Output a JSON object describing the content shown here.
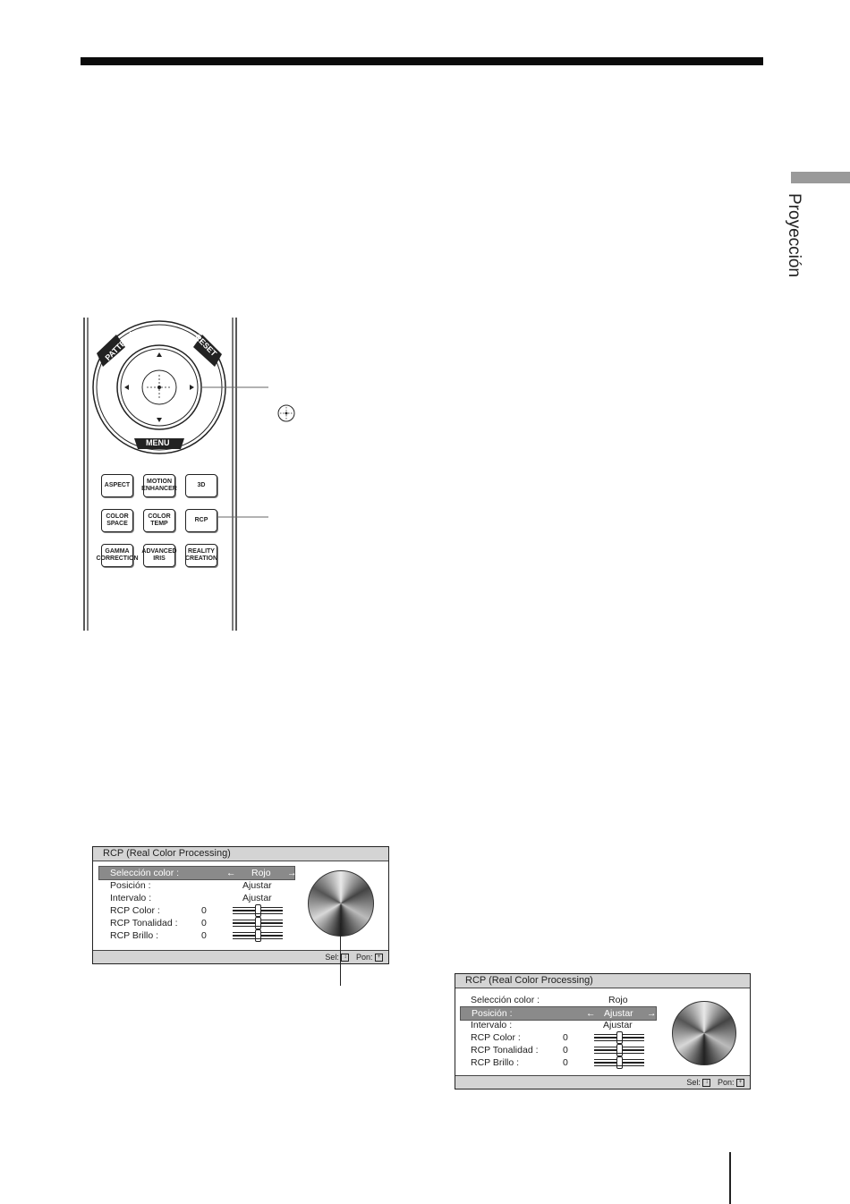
{
  "side_tab": {
    "label": "Proyección"
  },
  "remote": {
    "ring_labels": {
      "pattern": "PATTERN",
      "reset": "RESET",
      "menu": "MENU"
    },
    "buttons": {
      "aspect": "ASPECT",
      "motion": "MOTION ENHANCER",
      "three_d": "3D",
      "color_space": "COLOR SPACE",
      "color_temp": "COLOR TEMP",
      "rcp": "RCP",
      "gamma": "GAMMA CORRECTION",
      "advanced_iris": "ADVANCED IRIS",
      "reality": "REALITY CREATION"
    }
  },
  "menu1": {
    "title": "RCP (Real Color Processing)",
    "rows": [
      {
        "label": "Selección color :",
        "value": "Rojo",
        "highlighted": true
      },
      {
        "label": "Posición :",
        "value": "Ajustar"
      },
      {
        "label": "Intervalo :",
        "value": "Ajustar"
      },
      {
        "label": "RCP Color :",
        "value": "0"
      },
      {
        "label": "RCP Tonalidad :",
        "value": "0"
      },
      {
        "label": "RCP Brillo :",
        "value": "0"
      }
    ],
    "footer": {
      "sel": "Sel:",
      "pon": "Pon:"
    }
  },
  "menu2": {
    "title": "RCP (Real Color Processing)",
    "rows": [
      {
        "label": "Selección color :",
        "value": "Rojo"
      },
      {
        "label": "Posición :",
        "value": "Ajustar",
        "highlighted": true
      },
      {
        "label": "Intervalo :",
        "value": "Ajustar"
      },
      {
        "label": "RCP Color :",
        "value": "0"
      },
      {
        "label": "RCP Tonalidad :",
        "value": "0"
      },
      {
        "label": "RCP Brillo :",
        "value": "0"
      }
    ],
    "footer": {
      "sel": "Sel:",
      "pon": "Pon:"
    }
  }
}
